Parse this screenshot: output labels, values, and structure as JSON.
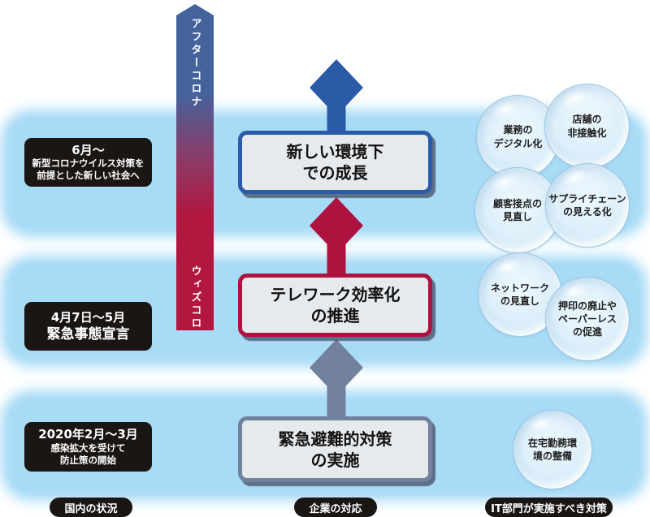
{
  "colors": {
    "band_blue": "#a8dbf6",
    "bar_blue": "#44639d",
    "bar_red": "#b21740",
    "accent_blue": "#2b5ba7",
    "accent_red": "#ae123f",
    "accent_gray": "#72819e",
    "box_fill": "#e7eaed",
    "black_box": "#1a1614"
  },
  "timeline": {
    "after_corona_label": "アフターコロナ",
    "with_corona_label": "ウィズコロナ"
  },
  "stages": [
    {
      "period": "6月〜",
      "situation": "新型コロナウイルス対策を\n前提とした新しい社会へ",
      "response": "新しい環境下\nでの成長",
      "measures": [
        "業務の\nデジタル化",
        "店舗の\n非接触化",
        "顧客接点の\n見直し",
        "サプライチェーン\nの見える化"
      ]
    },
    {
      "period": "4月7日〜5月",
      "situation": "緊急事態宣言",
      "response": "テレワーク効率化\nの推進",
      "measures": [
        "ネットワーク\nの見直し",
        "押印の廃止や\nペーパーレス\nの促進"
      ]
    },
    {
      "period": "2020年2月〜3月",
      "situation": "感染拡大を受けて\n防止策の開始",
      "response": "緊急避難的対策\nの実施",
      "measures": [
        "在宅勤務環\n境の整備"
      ]
    }
  ],
  "footer": {
    "domestic_label": "国内の状況",
    "company_label": "企業の対応",
    "it_label": "IT部門が実施すべき対策"
  }
}
